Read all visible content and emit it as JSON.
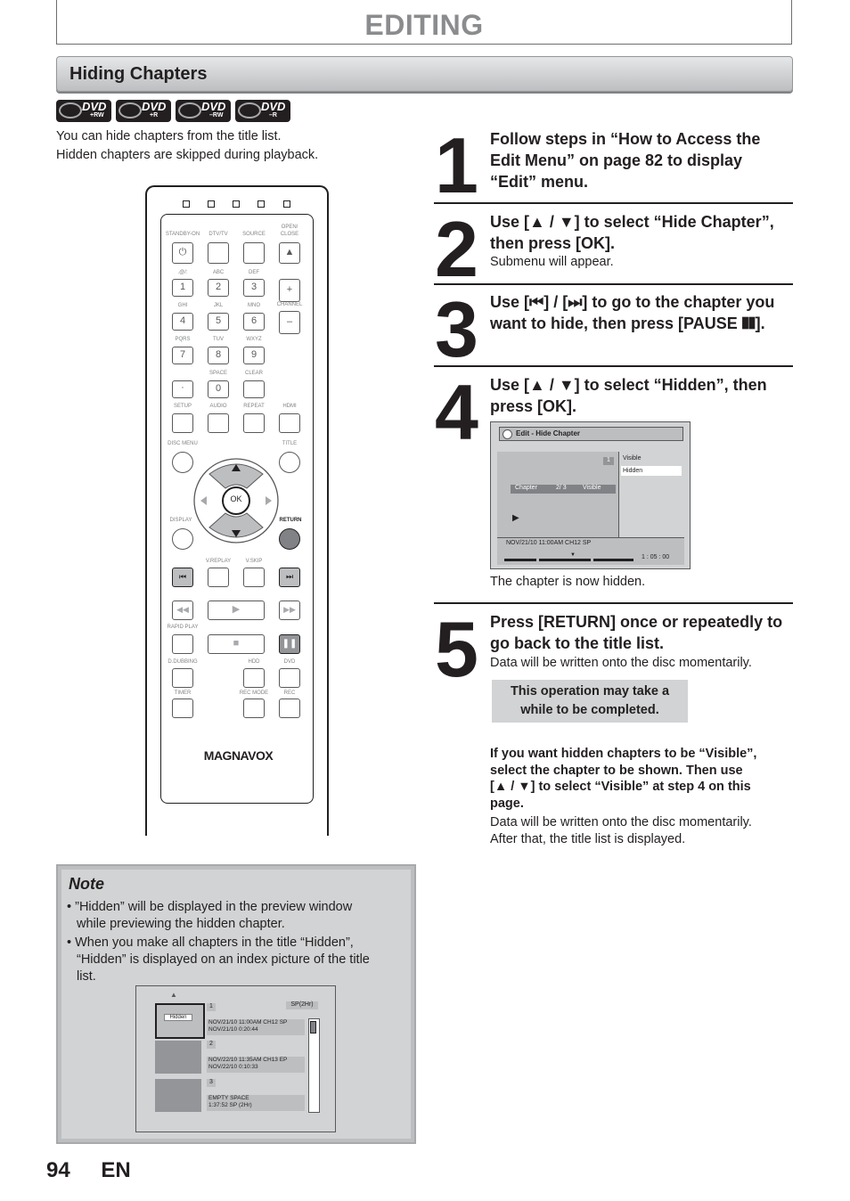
{
  "header": {
    "title": "EDITING"
  },
  "section": {
    "title": "Hiding Chapters"
  },
  "badges": [
    {
      "label": "DVD",
      "sub": "+RW"
    },
    {
      "label": "DVD",
      "sub": "+R"
    },
    {
      "label": "DVD",
      "sub": "–RW"
    },
    {
      "label": "DVD",
      "sub": "–R"
    }
  ],
  "intro": {
    "line1": "You can hide chapters from the title list.",
    "line2": "Hidden chapters are skipped during playback."
  },
  "remote": {
    "brand": "MAGNAVOX",
    "labels": {
      "standby": "STANDBY-ON",
      "dtvtv": "DTV/TV",
      "source": "SOURCE",
      "open": "OPEN/",
      "close": "CLOSE",
      "sym": ".@/:",
      "abc": "ABC",
      "def": "DEF",
      "ghi": "GHI",
      "jkl": "JKL",
      "mno": "MNO",
      "pqrs": "PQRS",
      "tuv": "TUV",
      "wxyz": "WXYZ",
      "space": "SPACE",
      "clear": "CLEAR",
      "setup": "SETUP",
      "audio": "AUDIO",
      "repeat": "REPEAT",
      "hdmi": "HDMI",
      "discmenu": "DISC MENU",
      "title": "TITLE",
      "display": "DISPLAY",
      "return": "RETURN",
      "vreplay": "V.REPLAY",
      "vskip": "V.SKIP",
      "rapidplay": "RAPID PLAY",
      "dubbing": "D.DUBBING",
      "hdd": "HDD",
      "dvd": "DVD",
      "timer": "TIMER",
      "recmode": "REC MODE",
      "rec": "REC",
      "channel": "CHANNEL"
    },
    "keys": {
      "k1": "1",
      "k2": "2",
      "k3": "3",
      "k4": "4",
      "k5": "5",
      "k6": "6",
      "k7": "7",
      "k8": "8",
      "k9": "9",
      "k0": "0",
      "ok": "OK",
      "plus": "+",
      "minus": "–"
    }
  },
  "steps": [
    {
      "num": "1",
      "text": "Follow steps in “How to Access the Edit Menu” on page 82 to display “Edit” menu."
    },
    {
      "num": "2",
      "text": "Use [▲ / ▼] to select “Hide Chapter”, then press [OK].",
      "sub": "Submenu will appear."
    },
    {
      "num": "3",
      "text": "Use [⏮] / [⏭] to go to the chapter you want to hide, then press [PAUSE ❚❚]."
    },
    {
      "num": "4",
      "text": "Use [▲ / ▼] to select “Hidden”, then press [OK].",
      "sub": "The chapter is now hidden."
    },
    {
      "num": "5",
      "text": "Press [RETURN] once or repeatedly to go back to the title list.",
      "sub": "Data will be written onto the disc momentarily."
    }
  ],
  "osd": {
    "title": "Edit - Hide Chapter",
    "chapter_no": "1",
    "chapter_label": "Chapter",
    "chapter_count": "2/  3",
    "chapter_status": "Visible",
    "options": [
      "Visible",
      "Hidden"
    ],
    "selected": "Hidden",
    "date": "NOV/21/10 11:00AM CH12 SP",
    "time": "1 : 05 : 00"
  },
  "callout": {
    "line1": "This operation may take a",
    "line2": "while to be completed."
  },
  "visible_tip": {
    "bold1": "If you want hidden chapters to be “Visible”,",
    "bold2": "select the chapter to be shown. Then use",
    "bold3": "[▲ / ▼] to select “Visible” at step 4 on this",
    "bold4": "page.",
    "line5": "Data will be written onto the disc momentarily.",
    "line6": "After that, the title list is displayed."
  },
  "note": {
    "title": "Note",
    "b1a": "”Hidden” will be displayed in the preview window",
    "b1b": "while previewing the hidden chapter.",
    "b2a": "When you make all chapters in the title “Hidden”,",
    "b2b": "“Hidden” is displayed on an index picture of the title",
    "b2c": "list."
  },
  "titlelist": {
    "thumb_label": "Hidden",
    "mode": "SP(2Hr)",
    "rows": [
      {
        "n": "1",
        "l1": "NOV/21/10  11:00AM CH12  SP",
        "l2": "NOV/21/10    0:20:44"
      },
      {
        "n": "2",
        "l1": "NOV/22/10  11:35AM CH13  EP",
        "l2": "NOV/22/10    0:10:33"
      },
      {
        "n": "3",
        "l1": "EMPTY SPACE",
        "l2": "1:37:52  SP (2Hr)"
      }
    ]
  },
  "footer": {
    "page": "94",
    "lang": "EN"
  }
}
